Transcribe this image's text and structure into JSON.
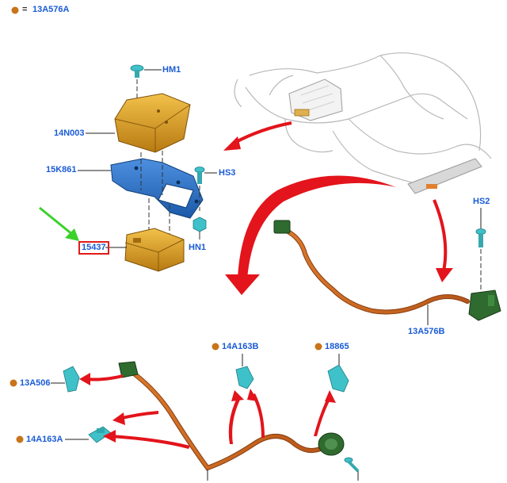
{
  "legend": {
    "dot_color": "#c8741a",
    "equals": "=",
    "code": "13A576A"
  },
  "labels": {
    "hm1": "HM1",
    "n14n003": "14N003",
    "n15k861": "15K861",
    "hs3": "HS3",
    "n15437": "15437",
    "hn1": "HN1",
    "hs2": "HS2",
    "n13a576b": "13A576B",
    "n14a163b": "14A163B",
    "n18865": "18865",
    "n13a506": "13A506",
    "n14a163a": "14A163A"
  },
  "colors": {
    "label_blue": "#1a5bd6",
    "module_gold": "#d99a1c",
    "bracket_blue": "#2c6fc4",
    "harness_orange": "#c9651c",
    "connector_green": "#2f6b2f",
    "clip_teal": "#3fc1c9",
    "arrow_red": "#e3141b",
    "pointer_green": "#3bd12a",
    "highlight_red": "#e01b1b"
  }
}
